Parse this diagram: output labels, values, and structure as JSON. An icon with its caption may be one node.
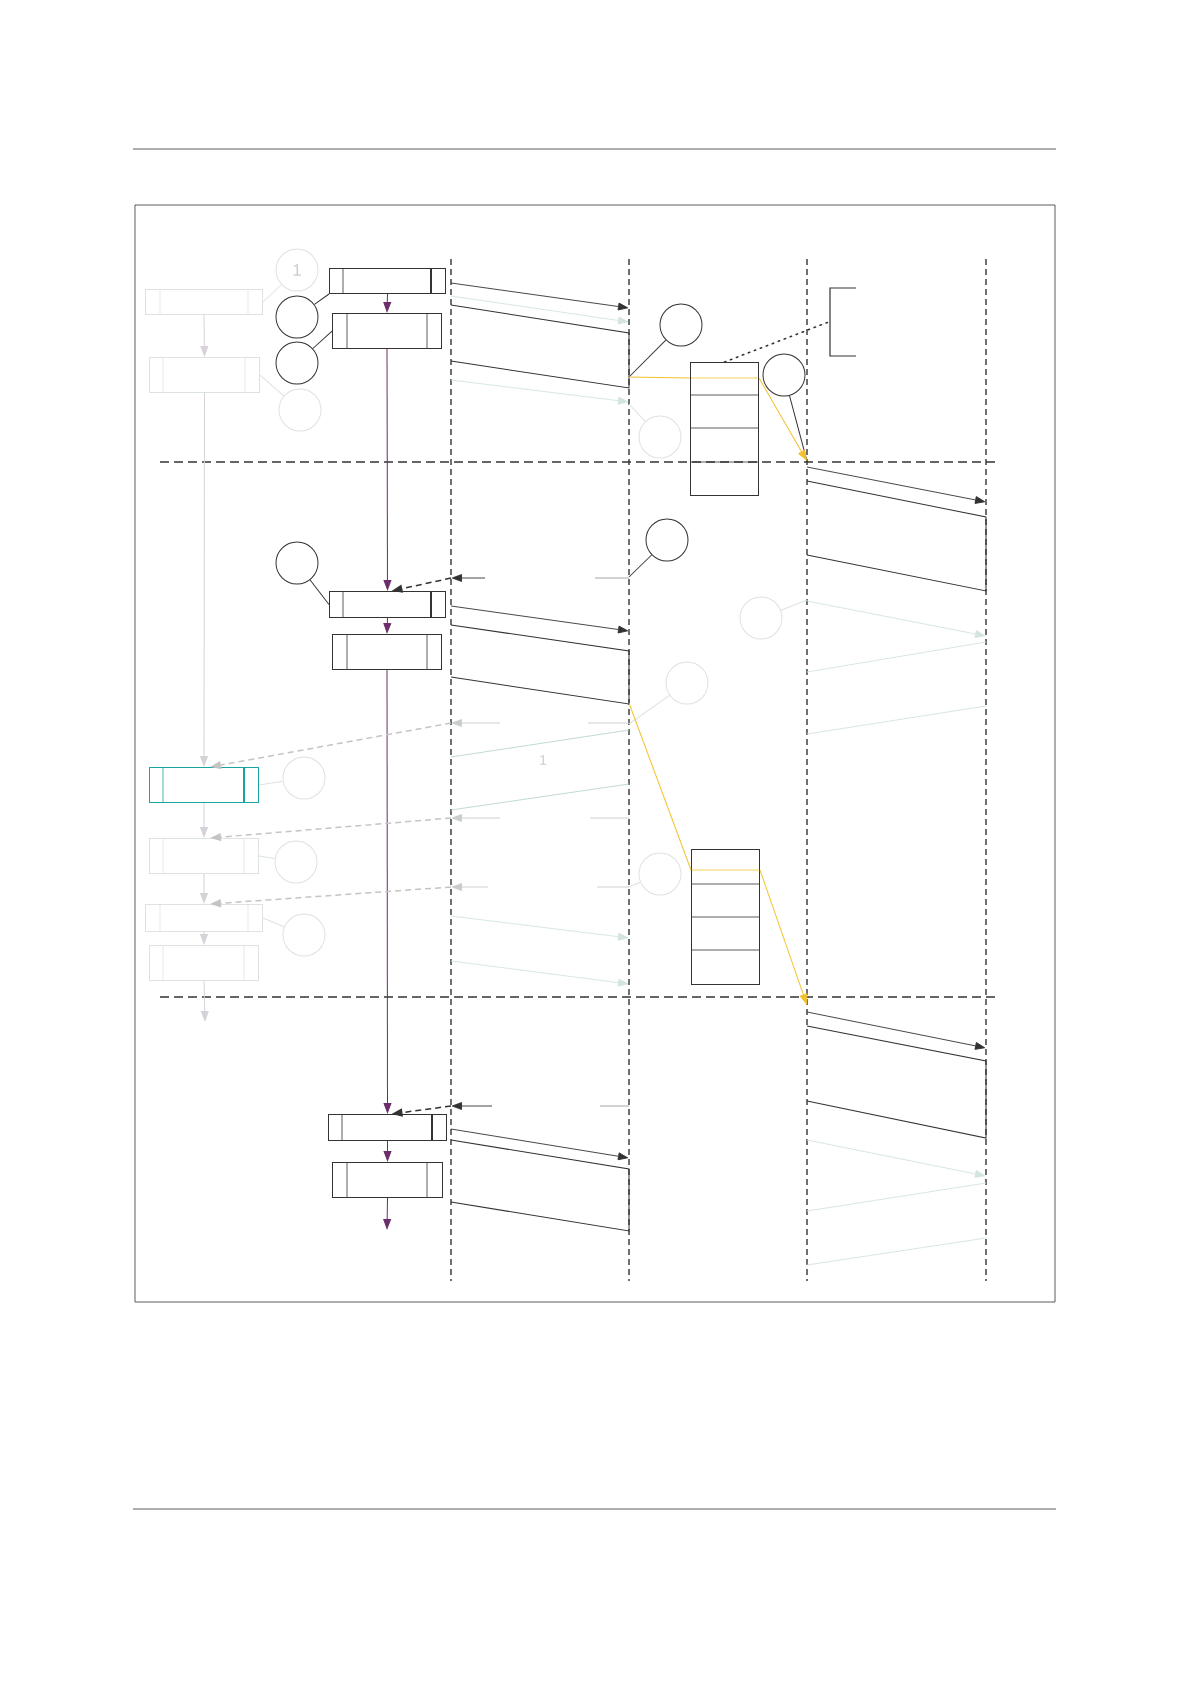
{
  "diagram": {
    "nodes": [
      {
        "text": [
          "1"
        ]
      },
      {
        "text": [],
        "shape": "box"
      },
      {
        "text": [],
        "shape": "box"
      },
      {
        "text": [],
        "shape": "circle"
      },
      {
        "text": [],
        "shape": "box"
      },
      {
        "text": [],
        "shape": "circle"
      },
      {
        "text": [],
        "shape": "box"
      },
      {
        "text": [],
        "shape": "circle"
      },
      {
        "text": [],
        "shape": "circle"
      },
      {
        "text": [],
        "shape": "box"
      },
      {
        "text": [],
        "shape": "bracket"
      },
      {
        "text": [],
        "shape": "circle"
      },
      {
        "text": [],
        "shape": "circle"
      },
      {
        "text": [],
        "shape": "circle"
      },
      {
        "text": [],
        "shape": "circle"
      },
      {
        "text": [],
        "shape": "box"
      },
      {
        "text": [],
        "shape": "circle"
      },
      {
        "text": [],
        "shape": "box"
      },
      {
        "text": [],
        "shape": "circle"
      },
      {
        "text": [],
        "shape": "box"
      },
      {
        "text": [],
        "shape": "circle"
      },
      {
        "text": [],
        "shape": "box"
      },
      {
        "text": [],
        "shape": "circle"
      },
      {
        "text": [],
        "shape": "circle"
      },
      {
        "text": [],
        "shape": "box"
      },
      {
        "text": [],
        "shape": "box"
      },
      {
        "text": [],
        "shape": "circle"
      },
      {
        "text": [],
        "shape": "box"
      },
      {
        "text": [],
        "shape": "box"
      },
      {
        "text": [],
        "shape": "box"
      },
      {
        "text": [],
        "shape": "line"
      },
      {
        "text": [],
        "shape": "line"
      },
      {
        "text": [],
        "shape": "line"
      },
      {
        "text": [],
        "shape": "line"
      }
    ],
    "edges": [
      {
        "from": 2,
        "to": 4,
        "arrow": "to",
        "color": "#6b2d6b"
      },
      {
        "from": 4,
        "to": 15,
        "arrow": "to",
        "color": "#6b2d6b"
      },
      {
        "from": 15,
        "to": 17,
        "arrow": "to",
        "color": "#6b2d6b"
      },
      {
        "from": 17,
        "to": 28,
        "arrow": "to",
        "color": "#6b2d6b"
      },
      {
        "from": 28,
        "to": 29,
        "arrow": "to",
        "color": "#6b2d6b"
      },
      {
        "from": 29,
        "to": null,
        "arrow": "to",
        "color": "#6b2d6b"
      },
      {
        "from": 30,
        "to": 15,
        "arrow": "to",
        "style": "dashed"
      },
      {
        "from": 30,
        "to": 28,
        "arrow": "to",
        "style": "dashed"
      },
      {
        "from": 3,
        "to": 2,
        "arrow": "none"
      },
      {
        "from": 5,
        "to": 4,
        "arrow": "none"
      },
      {
        "from": 14,
        "to": 15,
        "arrow": "none"
      },
      {
        "from": 8,
        "to": 31,
        "arrow": "none"
      },
      {
        "from": 11,
        "to": 32,
        "arrow": "none"
      },
      {
        "from": 13,
        "to": 31,
        "arrow": "none"
      },
      {
        "from": 0,
        "to": 1,
        "arrow": "none",
        "color": "#dde3e2"
      },
      {
        "from": 7,
        "to": 6,
        "arrow": "none",
        "color": "#dde3e2"
      },
      {
        "from": 12,
        "to": 31,
        "arrow": "none",
        "color": "#dde3e2"
      },
      {
        "from": 16,
        "to": 32,
        "arrow": "none",
        "color": "#dde3e2"
      },
      {
        "from": 18,
        "to": 31,
        "arrow": "none",
        "color": "#dde3e2"
      },
      {
        "from": 20,
        "to": 19,
        "arrow": "none",
        "color": "#dde3e2"
      },
      {
        "from": 22,
        "to": 21,
        "arrow": "none",
        "color": "#dde3e2"
      },
      {
        "from": 23,
        "to": 31,
        "arrow": "none",
        "color": "#dde3e2"
      },
      {
        "from": 26,
        "to": 25,
        "arrow": "none",
        "color": "#dde3e2"
      },
      {
        "from": 1,
        "to": 6,
        "arrow": "to",
        "color": "#d6d2d8"
      },
      {
        "from": 6,
        "to": 19,
        "arrow": "to",
        "color": "#d6d2d8"
      },
      {
        "from": 19,
        "to": 21,
        "arrow": "to",
        "color": "#d6d2d8"
      },
      {
        "from": 21,
        "to": 25,
        "arrow": "to",
        "color": "#d6d2d8"
      },
      {
        "from": 25,
        "to": 27,
        "arrow": "to",
        "color": "#d6d2d8"
      },
      {
        "from": 27,
        "to": null,
        "arrow": "to",
        "color": "#d6d2d8"
      },
      {
        "from": 30,
        "to": 19,
        "arrow": "to",
        "style": "dashed",
        "color": "#c4c4c4"
      },
      {
        "from": 30,
        "to": 21,
        "arrow": "to",
        "style": "dashed",
        "color": "#c4c4c4"
      },
      {
        "from": 30,
        "to": 25,
        "arrow": "to",
        "style": "dashed",
        "color": "#c4c4c4"
      },
      {
        "from": 31,
        "to": 9,
        "arrow": "none",
        "color": "#f2c12e"
      },
      {
        "from": 9,
        "to": 32,
        "arrow": "to",
        "color": "#f2c12e"
      },
      {
        "from": 31,
        "to": 24,
        "arrow": "none",
        "color": "#f2c12e"
      },
      {
        "from": 24,
        "to": 32,
        "arrow": "to",
        "color": "#f2c12e"
      },
      {
        "from": 9,
        "to": 10,
        "arrow": "none",
        "style": "dashed"
      },
      {
        "from": 30,
        "to": 31,
        "arrow": "to"
      },
      {
        "from": 30,
        "to": 31,
        "arrow": "to",
        "color": "#d3e4e1"
      },
      {
        "from": 30,
        "to": 31,
        "arrow": "to",
        "color": "#d3e4e1"
      },
      {
        "from": 32,
        "to": 33,
        "arrow": "to"
      },
      {
        "from": 32,
        "to": 33,
        "arrow": "to",
        "color": "#d3e4e1"
      },
      {
        "from": 33,
        "to": 32,
        "arrow": "none",
        "color": "#d3e4e1"
      },
      {
        "from": 33,
        "to": 32,
        "arrow": "none",
        "color": "#d3e4e1"
      },
      {
        "from": 30,
        "to": 31,
        "arrow": "to"
      },
      {
        "from": 31,
        "to": 30,
        "arrow": "none",
        "color": "#b9d6d2"
      },
      {
        "from": 31,
        "to": 30,
        "arrow": "none",
        "color": "#b9d6d2"
      },
      {
        "from": 30,
        "to": 31,
        "arrow": "to",
        "color": "#d3e4e1"
      },
      {
        "from": 30,
        "to": 31,
        "arrow": "to",
        "color": "#d3e4e1"
      },
      {
        "from": 32,
        "to": 33,
        "arrow": "to"
      },
      {
        "from": 32,
        "to": 33,
        "arrow": "to",
        "color": "#d3e4e1"
      },
      {
        "from": 33,
        "to": 32,
        "arrow": "none",
        "color": "#d3e4e1"
      },
      {
        "from": 33,
        "to": 32,
        "arrow": "none",
        "color": "#d3e4e1"
      },
      {
        "from": 30,
        "to": 31,
        "arrow": "to"
      },
      {
        "from": null,
        "to": 30,
        "arrow": "to"
      },
      {
        "from": 31,
        "to": null,
        "arrow": "none",
        "color": "#9a9a9a"
      },
      {
        "from": null,
        "to": 30,
        "arrow": "to"
      },
      {
        "from": 31,
        "to": null,
        "arrow": "none",
        "color": "#9a9a9a"
      },
      {
        "from": null,
        "to": 30,
        "arrow": "to",
        "color": "#c8cccb"
      },
      {
        "from": 31,
        "to": null,
        "arrow": "none",
        "color": "#c8cccb"
      },
      {
        "from": null,
        "to": 30,
        "arrow": "to",
        "color": "#c8cccb"
      },
      {
        "from": 31,
        "to": null,
        "arrow": "none",
        "color": "#c8cccb"
      },
      {
        "from": null,
        "to": 30,
        "arrow": "to",
        "color": "#c8cccb"
      },
      {
        "from": 31,
        "to": null,
        "arrow": "none",
        "color": "#c8cccb"
      }
    ],
    "labels": [
      "1"
    ]
  }
}
